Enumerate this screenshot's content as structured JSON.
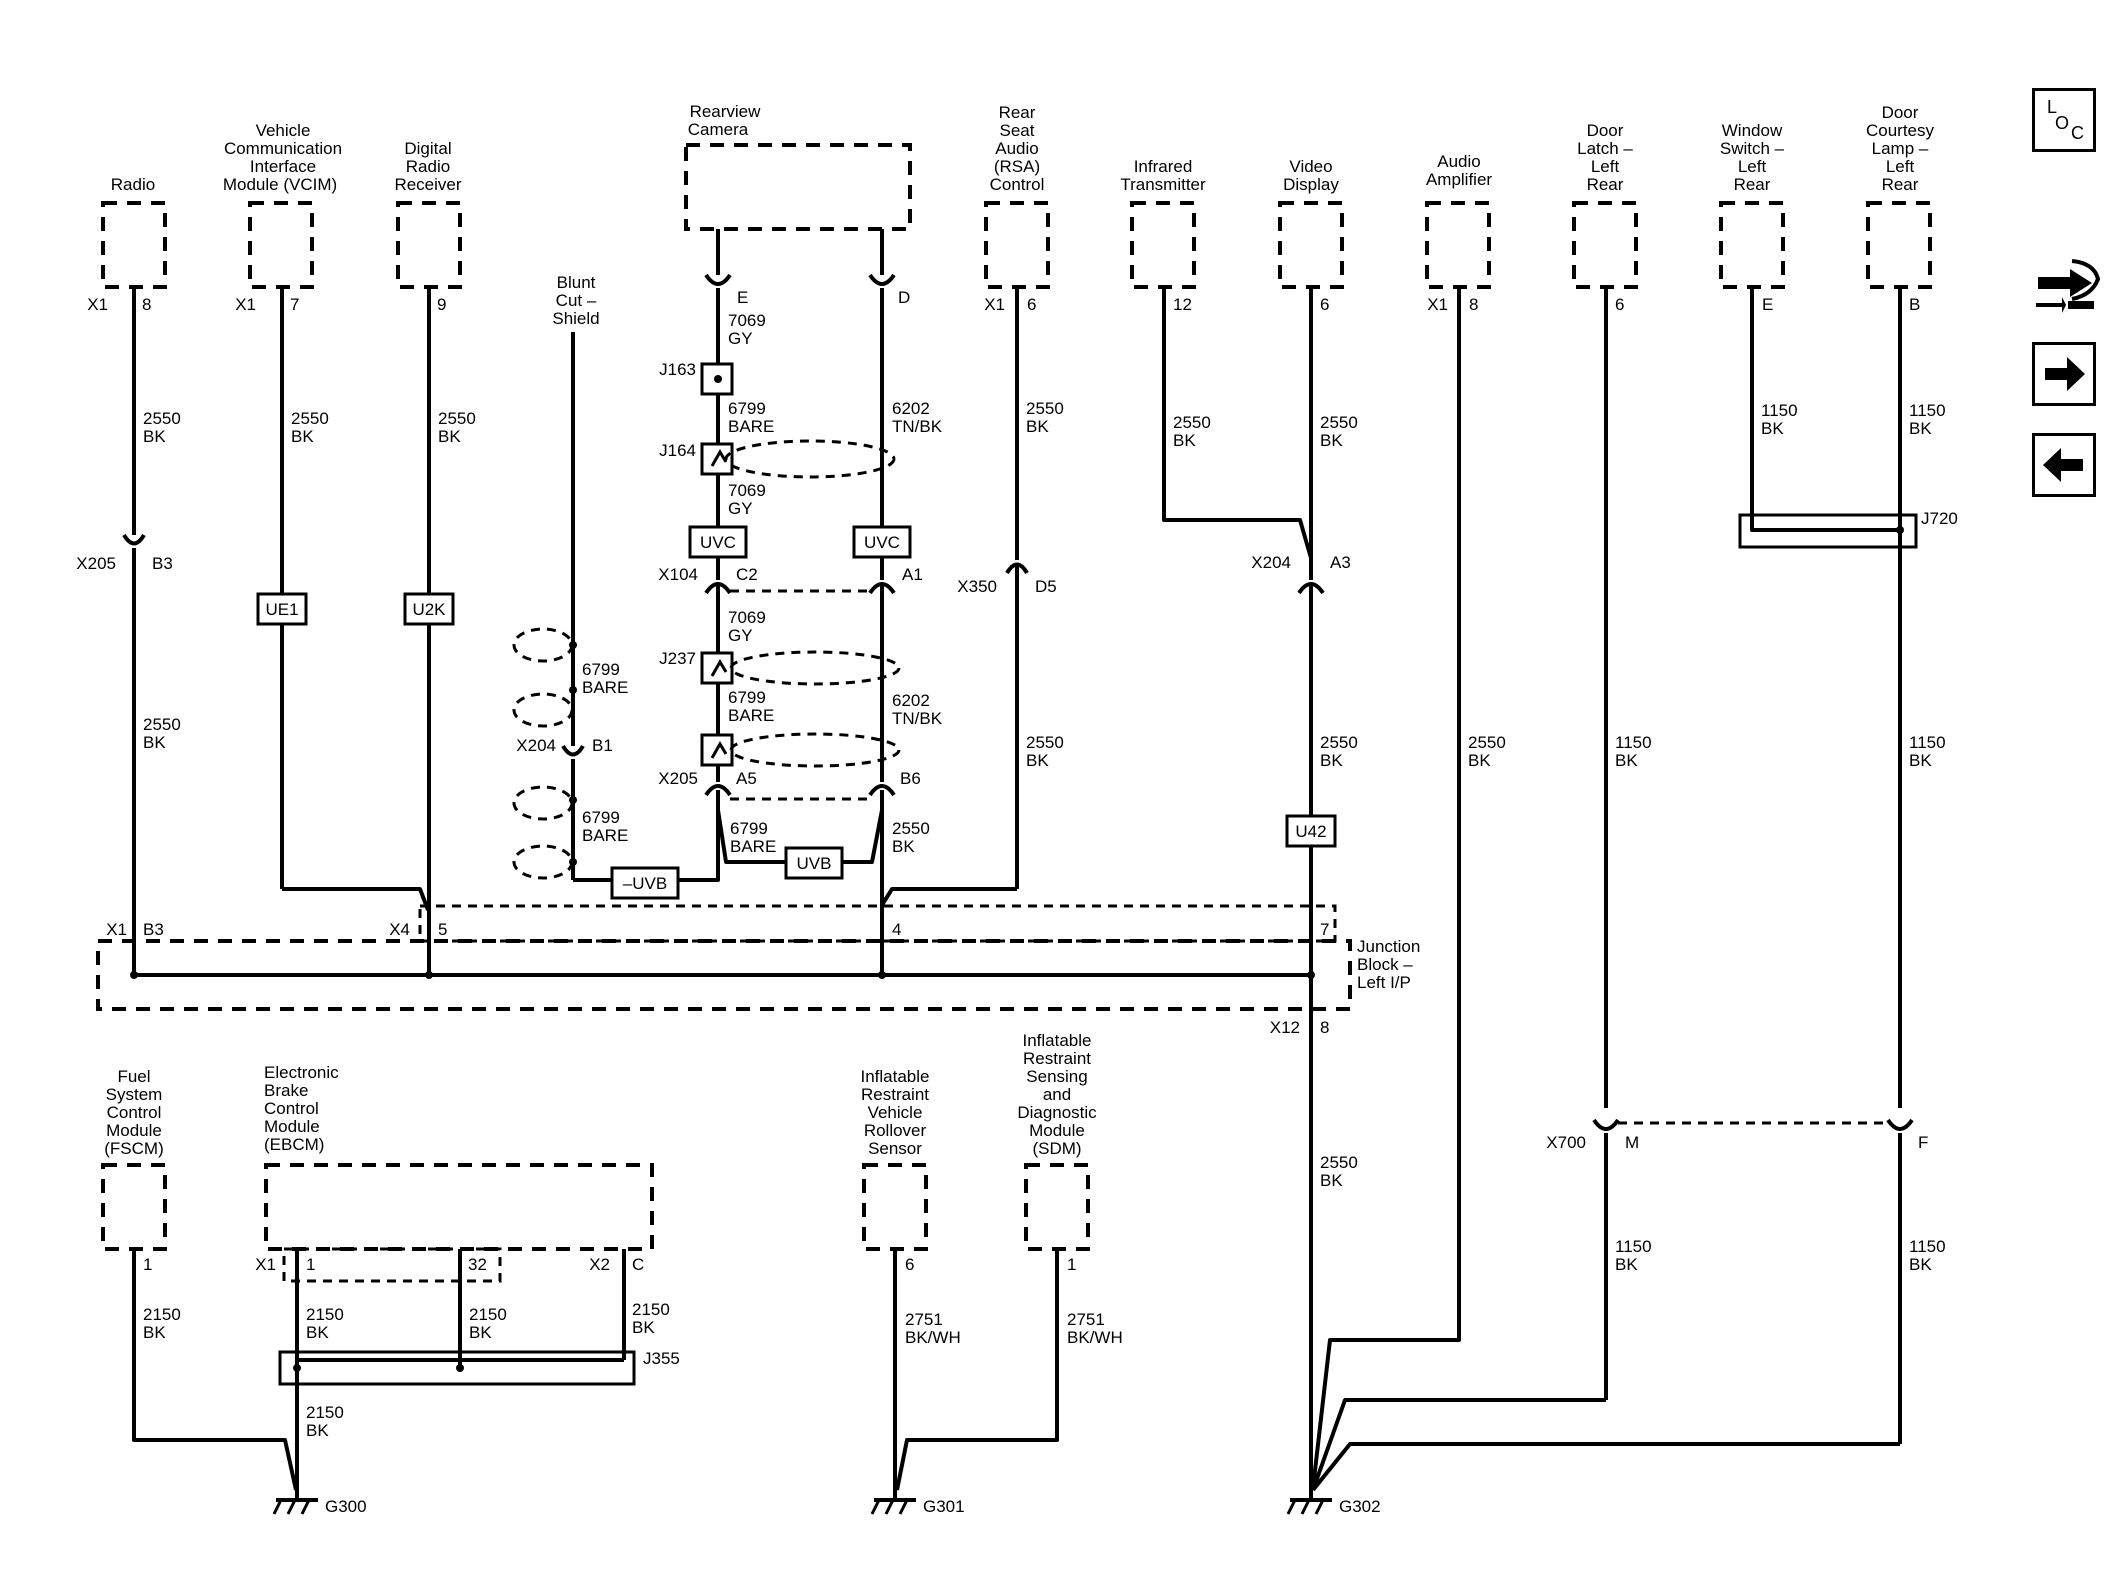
{
  "components": {
    "radio": [
      "Radio"
    ],
    "vcim": [
      "Vehicle",
      "Communication",
      "Interface",
      "Module (VCIM)"
    ],
    "digital_radio": [
      "Digital",
      "Radio",
      "Receiver"
    ],
    "blunt_cut": [
      "Blunt",
      "Cut –",
      "Shield"
    ],
    "rearview_camera": [
      "Rearview",
      "Camera"
    ],
    "rsa": [
      "Rear",
      "Seat",
      "Audio",
      "(RSA)",
      "Control"
    ],
    "infrared": [
      "Infrared",
      "Transmitter"
    ],
    "video_display": [
      "Video",
      "Display"
    ],
    "audio_amp": [
      "Audio",
      "Amplifier"
    ],
    "door_latch": [
      "Door",
      "Latch –",
      "Left",
      "Rear"
    ],
    "window_switch": [
      "Window",
      "Switch –",
      "Left",
      "Rear"
    ],
    "door_courtesy": [
      "Door",
      "Courtesy",
      "Lamp –",
      "Left",
      "Rear"
    ],
    "fscm": [
      "Fuel",
      "System",
      "Control",
      "Module",
      "(FSCM)"
    ],
    "ebcm": [
      "Electronic",
      "Brake",
      "Control",
      "Module",
      "(EBCM)"
    ],
    "rollover": [
      "Inflatable",
      "Restraint",
      "Vehicle",
      "Rollover",
      "Sensor"
    ],
    "sdm": [
      "Inflatable",
      "Restraint",
      "Sensing",
      "and",
      "Diagnostic",
      "Module",
      "(SDM)"
    ],
    "junction_block": [
      "Junction",
      "Block –",
      "Left I/P"
    ]
  },
  "connectors": {
    "X1": "X1",
    "X2": "X2",
    "X4": "X4",
    "X12": "X12",
    "X104": "X104",
    "X204": "X204",
    "X205": "X205",
    "X350": "X350",
    "X700": "X700",
    "J163": "J163",
    "J164": "J164",
    "J237": "J237",
    "J355": "J355",
    "J720": "J720"
  },
  "pins": {
    "p1": "1",
    "p4": "4",
    "p5": "5",
    "p6": "6",
    "p7": "7",
    "p8": "8",
    "p9": "9",
    "p12": "12",
    "p32": "32",
    "A1": "A1",
    "A3": "A3",
    "A5": "A5",
    "B": "B",
    "B1": "B1",
    "B3": "B3",
    "B6": "B6",
    "C": "C",
    "C2": "C2",
    "D": "D",
    "D5": "D5",
    "E": "E",
    "F": "F",
    "M": "M"
  },
  "circuits": {
    "c2550": "2550",
    "c2150": "2150",
    "c1150": "1150",
    "c2751": "2751",
    "c6799": "6799",
    "c7069": "7069",
    "c6202": "6202"
  },
  "colors": {
    "BK": "BK",
    "GY": "GY",
    "BARE": "BARE",
    "TNBK": "TN/BK",
    "BKWH": "BK/WH"
  },
  "options": {
    "UE1": "UE1",
    "U2K": "U2K",
    "U42": "U42",
    "UVC": "UVC",
    "UVB": "UVB",
    "nUVB": "–UVB"
  },
  "grounds": {
    "G300": "G300",
    "G301": "G301",
    "G302": "G302"
  },
  "nav": {
    "loc_L": "L",
    "loc_O": "O",
    "loc_C": "C"
  },
  "icons": {
    "loc": "loc-icon",
    "back_next": "back-next-icon",
    "next": "arrow-right-icon",
    "prev": "arrow-left-icon"
  }
}
